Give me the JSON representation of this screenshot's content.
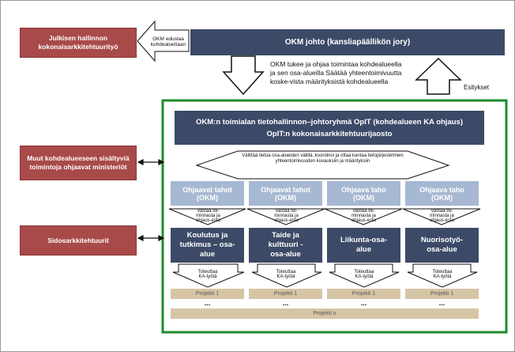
{
  "colors": {
    "red_box": "#a94a4a",
    "navy_box": "#3c4a67",
    "light_blue_box": "#a7b8d2",
    "green_frame": "#1d8c2b",
    "project_box": "#d6c5a5"
  },
  "left_boxes": {
    "julkisen": "Julkisen hallinnon kokonaisarkkitehtuurityö",
    "muut": "Muut kohdealueeseen sisältyviä toimintoja ohjaavat ministeriöt",
    "sidos": "Sidosarkkitehtuurit"
  },
  "top": {
    "okm_johto": "OKM johto (kansliapäällikön jory)",
    "okm_edustaa": "OKM edustaa kohdealuettaan",
    "okm_tukee": "OKM tukee ja ohjaa toimintaa kohdealueella ja sen osa-alueilla Säätää yhteentoimivuutta koske-vista määrityksistä kohdealueella",
    "esitykset": "Esitykset"
  },
  "main": {
    "ohjaus_line1": "OKM:n toimialan tietohallinnon–johtoryhmä OpIT (kohdealueen KA ohjaus)",
    "ohjaus_line2": "OpIT:n kokonaisarkkitehtuurijaosto",
    "valittaa": "Välittää tietoa osa-alueiden välillä, koordinoi ja ottaa kantaa tietojärjestelmien yhteentoimivuuden kuvauksiin ja määrityksiin"
  },
  "columns": [
    {
      "tahot": "Ohjaavat tahot (OKM)",
      "vastaa": "Vastaa toi-minnasta ja ohjaus-esta",
      "osa_alue": "Koulutus ja tutkimus – osa-alue",
      "toteuttaa": "Toteuttaa KA-työtä",
      "projekti1": "Projekti 1",
      "dots": "..."
    },
    {
      "tahot": "Ohjaavat tahot (OKM)",
      "vastaa": "Vastaa toi-minnasta ja ohjaus-esta",
      "osa_alue": "Taide ja kulttuuri - osa-alue",
      "toteuttaa": "Toteuttaa KA-työtä",
      "projekti1": "Projekti 1",
      "dots": "..."
    },
    {
      "tahot": "Ohjaava taho (OKM)",
      "vastaa": "Vastaa toi-minnasta ja ohjaus-esta",
      "osa_alue": "Liikunta-osa-alue",
      "toteuttaa": "Toteuttaa KA-työtä",
      "projekti1": "Projekti 1",
      "dots": "..."
    },
    {
      "tahot": "Ohjaava taho (OKM)",
      "vastaa": "Vastaa toi-minnasta ja ohjaus-esta",
      "osa_alue": "Nuorisotyö-osa-alue",
      "toteuttaa": "Toteuttaa KA-työtä",
      "projekti1": "Projekti 1",
      "dots": "..."
    }
  ],
  "projekti_n": "Projekti n"
}
